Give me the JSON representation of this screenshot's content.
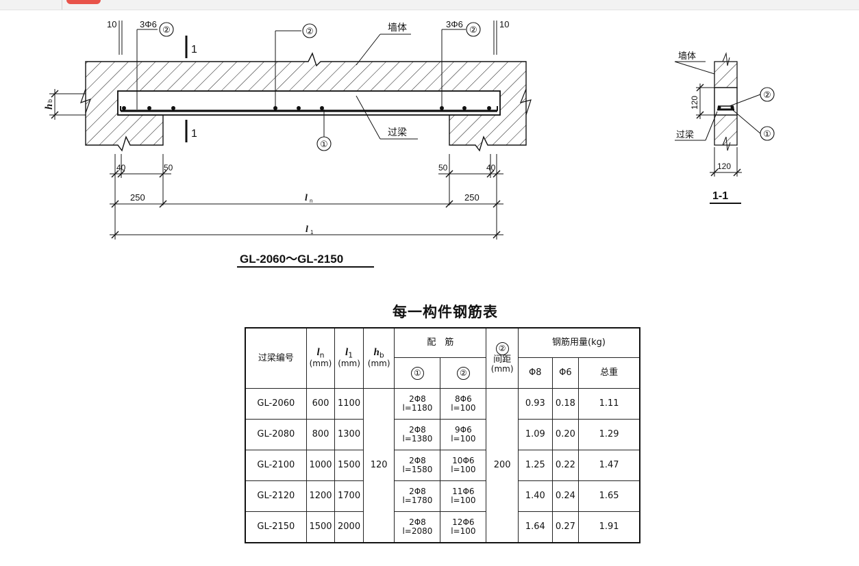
{
  "elevation": {
    "top_left_dim": "10",
    "top_right_dim": "10",
    "top_left_bar": "3Φ6",
    "top_right_bar": "3Φ6",
    "mark_1": "①",
    "mark_2": "②",
    "wall_label": "墙体",
    "lintel_label": "过梁",
    "section_mark": "1",
    "hb_label": "h",
    "hb_sub": "b",
    "dim_40": "40",
    "dim_50": "50",
    "dim_250": "250",
    "ln_label": "l",
    "ln_sub": "n",
    "l1_label": "l",
    "l1_sub": "1",
    "caption": "GL-2060～GL-2150"
  },
  "section": {
    "wall_label": "墙体",
    "lintel_label": "过梁",
    "height_dim": "120",
    "width_dim": "120",
    "mark_1": "①",
    "mark_2": "②",
    "caption": "1-1"
  },
  "table": {
    "title": "每一构件钢筋表",
    "headers": {
      "id": "过梁编号",
      "ln": "l",
      "ln_sub": "n",
      "l1": "l",
      "l1_sub": "1",
      "hb": "h",
      "hb_sub": "b",
      "unit": "(mm)",
      "rebar": "配　筋",
      "rebar_1": "①",
      "rebar_2": "②",
      "spacing_mark": "②",
      "spacing": "间距",
      "spacing_unit": "(mm)",
      "steel": "钢筋用量(kg)",
      "phi8": "Φ8",
      "phi6": "Φ6",
      "total": "总重"
    },
    "hb_value": "120",
    "spacing_value": "200",
    "rows": [
      {
        "id": "GL-2060",
        "ln": "600",
        "l1": "1100",
        "r1_a": "2Φ8",
        "r1_b": "l=1180",
        "r2_a": "8Φ6",
        "r2_b": "l=100",
        "phi8": "0.93",
        "phi6": "0.18",
        "total": "1.11"
      },
      {
        "id": "GL-2080",
        "ln": "800",
        "l1": "1300",
        "r1_a": "2Φ8",
        "r1_b": "l=1380",
        "r2_a": "9Φ6",
        "r2_b": "l=100",
        "phi8": "1.09",
        "phi6": "0.20",
        "total": "1.29"
      },
      {
        "id": "GL-2100",
        "ln": "1000",
        "l1": "1500",
        "r1_a": "2Φ8",
        "r1_b": "l=1580",
        "r2_a": "10Φ6",
        "r2_b": "l=100",
        "phi8": "1.25",
        "phi6": "0.22",
        "total": "1.47"
      },
      {
        "id": "GL-2120",
        "ln": "1200",
        "l1": "1700",
        "r1_a": "2Φ8",
        "r1_b": "l=1780",
        "r2_a": "11Φ6",
        "r2_b": "l=100",
        "phi8": "1.40",
        "phi6": "0.24",
        "total": "1.65"
      },
      {
        "id": "GL-2150",
        "ln": "1500",
        "l1": "2000",
        "r1_a": "2Φ8",
        "r1_b": "l=2080",
        "r2_a": "12Φ6",
        "r2_b": "l=100",
        "phi8": "1.64",
        "phi6": "0.27",
        "total": "1.91"
      }
    ]
  }
}
